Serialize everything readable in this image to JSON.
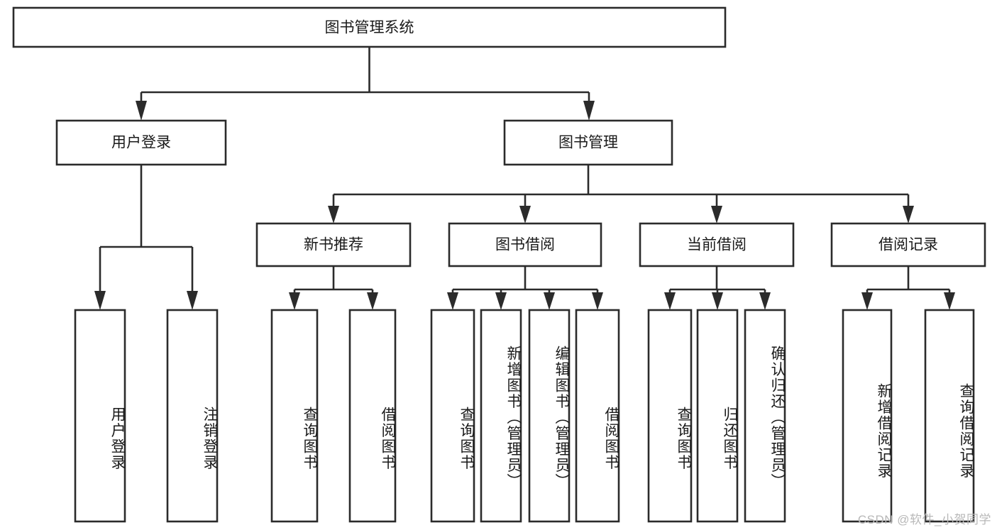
{
  "diagram": {
    "title": "图书管理系统",
    "type": "tree-hierarchy-diagram",
    "watermark": "CSDN @软件_小贺同学",
    "colors": {
      "box_stroke": "#2b2b2b",
      "box_fill": "#ffffff",
      "connector": "#2b2b2b",
      "text": "#1a1a1a",
      "background": "#ffffff",
      "watermark": "#b8b8b8"
    },
    "levels": {
      "root": {
        "label": "图书管理系统"
      },
      "level2": [
        {
          "id": "user-login",
          "label": "用户登录"
        },
        {
          "id": "book-management",
          "label": "图书管理"
        }
      ],
      "level3": [
        {
          "id": "new-book-recommend",
          "label": "新书推荐",
          "parent": "book-management"
        },
        {
          "id": "book-borrow",
          "label": "图书借阅",
          "parent": "book-management"
        },
        {
          "id": "current-borrow",
          "label": "当前借阅",
          "parent": "book-management"
        },
        {
          "id": "borrow-record",
          "label": "借阅记录",
          "parent": "book-management"
        }
      ],
      "leaves": [
        {
          "id": "leaf-user-login",
          "label": "用户登录",
          "parent": "user-login"
        },
        {
          "id": "leaf-logout-login",
          "label": "注销登录",
          "parent": "user-login"
        },
        {
          "id": "leaf-query-book-1",
          "label": "查询图书",
          "parent": "new-book-recommend"
        },
        {
          "id": "leaf-borrow-book-1",
          "label": "借阅图书",
          "parent": "new-book-recommend"
        },
        {
          "id": "leaf-query-book-2",
          "label": "查询图书",
          "parent": "book-borrow"
        },
        {
          "id": "leaf-add-book",
          "label": "新增图书（管理员）",
          "parent": "book-borrow"
        },
        {
          "id": "leaf-edit-book",
          "label": "编辑图书（管理员）",
          "parent": "book-borrow"
        },
        {
          "id": "leaf-borrow-book-2",
          "label": "借阅图书",
          "parent": "book-borrow"
        },
        {
          "id": "leaf-query-book-3",
          "label": "查询图书",
          "parent": "current-borrow"
        },
        {
          "id": "leaf-return-book",
          "label": "归还图书",
          "parent": "current-borrow"
        },
        {
          "id": "leaf-confirm-return",
          "label": "确认归还（管理员）",
          "parent": "current-borrow"
        },
        {
          "id": "leaf-add-record",
          "label": "新增借阅记录",
          "parent": "borrow-record"
        },
        {
          "id": "leaf-query-record",
          "label": "查询借阅记录",
          "parent": "borrow-record"
        }
      ]
    }
  }
}
